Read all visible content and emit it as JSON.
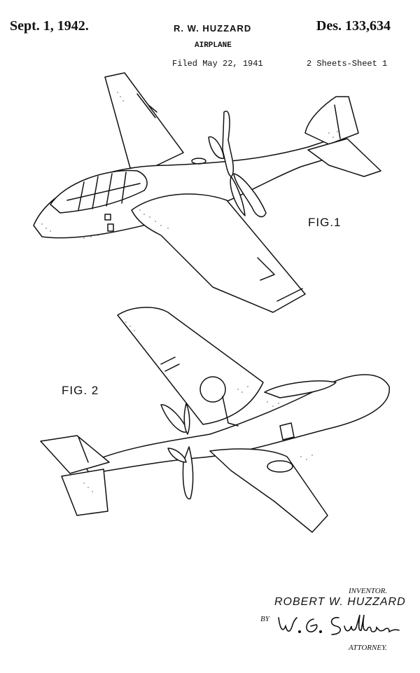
{
  "header": {
    "date": "Sept. 1, 1942.",
    "inventor": "R. W. HUZZARD",
    "patent_number": "Des. 133,634",
    "title": "AIRPLANE",
    "filed": "Filed May 22, 1941",
    "sheets": "2 Sheets-Sheet 1"
  },
  "figures": {
    "fig1_label": "FIG.1",
    "fig2_label": "FIG. 2"
  },
  "signature_block": {
    "inventor_label": "INVENTOR.",
    "inventor_name": "ROBERT W. HUZZARD",
    "by_label": "BY",
    "signature": "W. G. Sullivan",
    "attorney_label": "ATTORNEY."
  }
}
